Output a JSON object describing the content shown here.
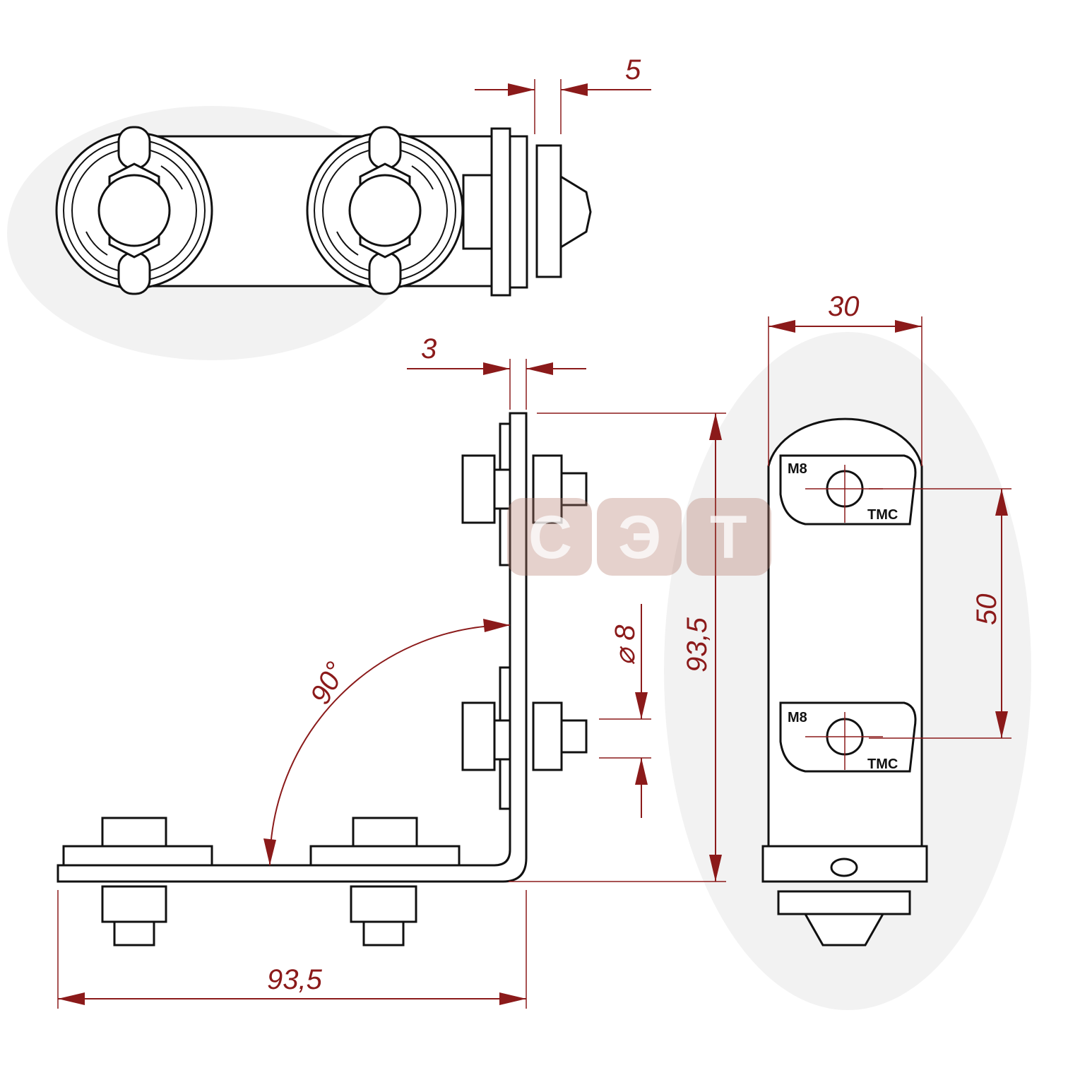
{
  "dimensions": {
    "thickness_top": "5",
    "thickness_side": "3",
    "width": "30",
    "height": "93,5",
    "length": "93,5",
    "hole_spacing": "50",
    "hole_diameter": "8",
    "angle": "90°"
  },
  "labels": {
    "bolt_size_1": "M8",
    "bolt_size_2": "M8",
    "brand_1": "TMC",
    "brand_2": "TMC"
  },
  "watermark": "СЭТ",
  "colors": {
    "dimension": "#8b1a1a",
    "outline": "#111111",
    "watermark": "#b47a6e"
  }
}
